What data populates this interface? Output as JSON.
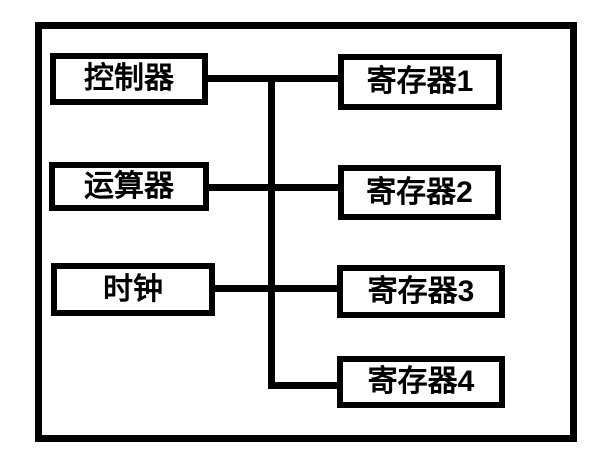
{
  "diagram": {
    "background_color": "#ffffff",
    "stroke_color": "#000000",
    "nodes": {
      "left": [
        {
          "id": "controller",
          "label": "控制器"
        },
        {
          "id": "alu",
          "label": "运算器"
        },
        {
          "id": "clock",
          "label": "时钟"
        }
      ],
      "right": [
        {
          "id": "register1",
          "label": "寄存器1"
        },
        {
          "id": "register2",
          "label": "寄存器2"
        },
        {
          "id": "register3",
          "label": "寄存器3"
        },
        {
          "id": "register4",
          "label": "寄存器4"
        }
      ]
    },
    "bus": {
      "type": "vertical-bus",
      "connects": [
        "控制器",
        "运算器",
        "时钟",
        "寄存器1",
        "寄存器2",
        "寄存器3",
        "寄存器4"
      ]
    },
    "edges": [
      {
        "from": "控制器",
        "to": "bus"
      },
      {
        "from": "运算器",
        "to": "bus"
      },
      {
        "from": "时钟",
        "to": "bus"
      },
      {
        "from": "bus",
        "to": "寄存器1"
      },
      {
        "from": "bus",
        "to": "寄存器2"
      },
      {
        "from": "bus",
        "to": "寄存器3"
      },
      {
        "from": "bus",
        "to": "寄存器4"
      }
    ]
  }
}
